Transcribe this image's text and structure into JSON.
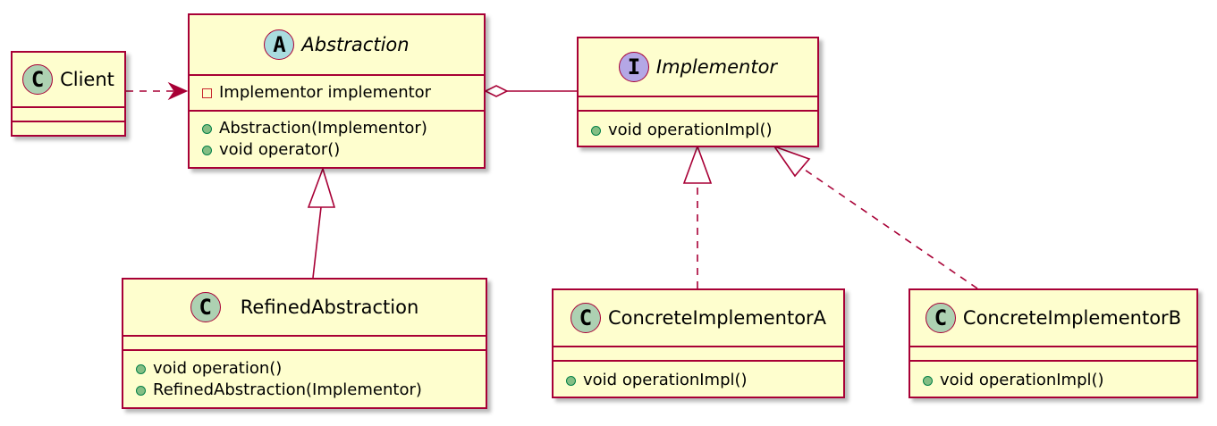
{
  "diagram": {
    "colors": {
      "line": "#A80036",
      "box_fill": "#FEFECE",
      "class_badge": "#ADD1B2",
      "abstract_badge": "#A9DCDF",
      "interface_badge": "#B4A7E5",
      "public_marker": "#84BE84",
      "private_marker": "#C82930"
    },
    "classes": {
      "client": {
        "badge": "C",
        "name": "Client"
      },
      "abstraction": {
        "badge": "A",
        "name": "Abstraction",
        "fields": [
          "Implementor implementor"
        ],
        "methods": [
          "Abstraction(Implementor)",
          "void operator()"
        ]
      },
      "implementor": {
        "badge": "I",
        "name": "Implementor",
        "methods": [
          "void operationImpl()"
        ]
      },
      "refined": {
        "badge": "C",
        "name": "RefinedAbstraction",
        "methods": [
          "void operation()",
          "RefinedAbstraction(Implementor)"
        ]
      },
      "concrete_a": {
        "badge": "C",
        "name": "ConcreteImplementorA",
        "methods": [
          "void operationImpl()"
        ]
      },
      "concrete_b": {
        "badge": "C",
        "name": "ConcreteImplementorB",
        "methods": [
          "void operationImpl()"
        ]
      }
    },
    "relations": [
      {
        "from": "Client",
        "to": "Abstraction",
        "kind": "dependency"
      },
      {
        "from": "Abstraction",
        "to": "Implementor",
        "kind": "aggregation"
      },
      {
        "from": "RefinedAbstraction",
        "to": "Abstraction",
        "kind": "generalization"
      },
      {
        "from": "ConcreteImplementorA",
        "to": "Implementor",
        "kind": "realization"
      },
      {
        "from": "ConcreteImplementorB",
        "to": "Implementor",
        "kind": "realization"
      }
    ]
  }
}
